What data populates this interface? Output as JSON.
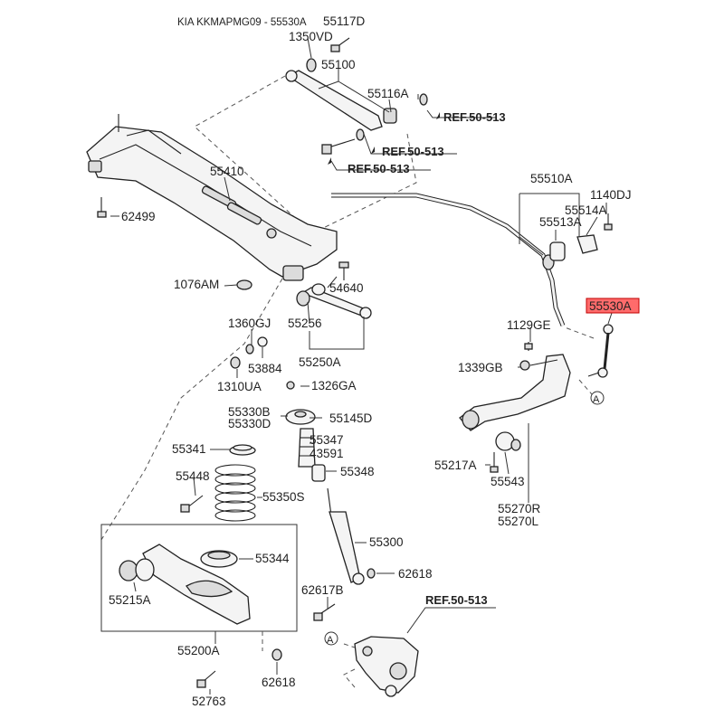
{
  "header": {
    "title": "KIA KKMAPMG09 - 55530A"
  },
  "highlight_color": "#ff6b6b",
  "labels": {
    "p55117D": "55117D",
    "p1350VD": "1350VD",
    "p55100": "55100",
    "p55116A": "55116A",
    "ref1": "REF.50-513",
    "ref2": "REF.50-513",
    "ref3": "REF.50-513",
    "ref4": "REF.50-513",
    "p55410": "55410",
    "p62499": "62499",
    "p1076AM": "1076AM",
    "p54640": "54640",
    "p1360GJ": "1360GJ",
    "p55256": "55256",
    "p53884": "53884",
    "p55250A": "55250A",
    "p1310UA": "1310UA",
    "p1326GA": "1326GA",
    "p55330B": "55330B",
    "p55330D": "55330D",
    "p55145D": "55145D",
    "p55341": "55341",
    "p55347": "55347",
    "p43591": "43591",
    "p55348": "55348",
    "p55448": "55448",
    "p55350S": "55350S",
    "p55300": "55300",
    "p55344": "55344",
    "p62618a": "62618",
    "p62617B": "62617B",
    "p55215A": "55215A",
    "p55200A": "55200A",
    "p62618b": "62618",
    "p52763": "52763",
    "p55510A": "55510A",
    "p1140DJ": "1140DJ",
    "p55514A": "55514A",
    "p55513A": "55513A",
    "p55530A": "55530A",
    "p1129GE": "1129GE",
    "p1339GB": "1339GB",
    "p55217A": "55217A",
    "p55543": "55543",
    "p55270R": "55270R",
    "p55270L": "55270L",
    "markA1": "A",
    "markA2": "A"
  }
}
